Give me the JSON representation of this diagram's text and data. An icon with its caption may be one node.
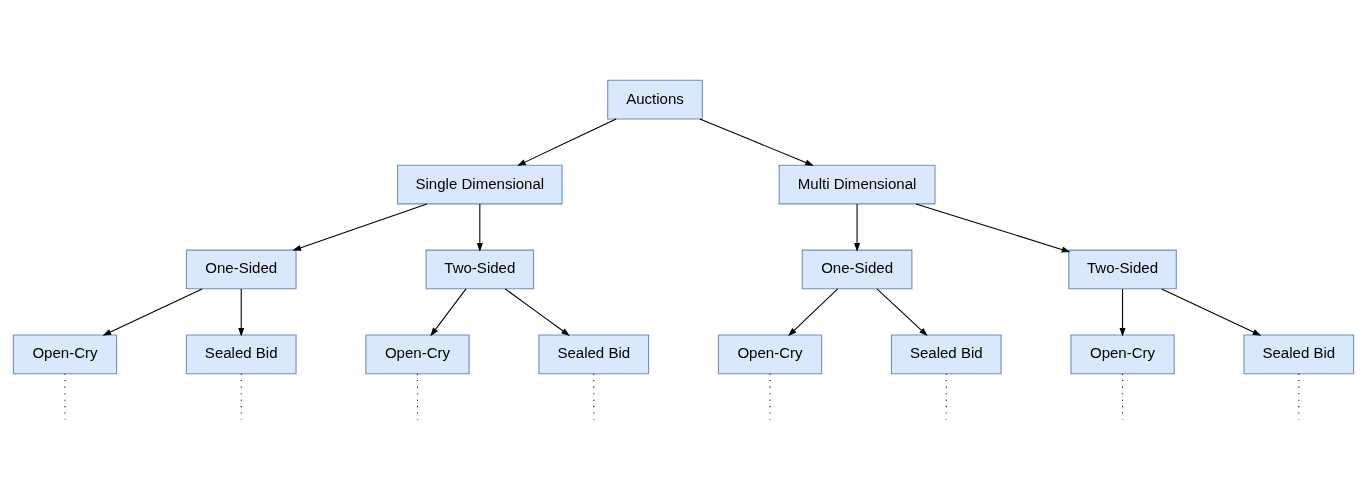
{
  "diagram": {
    "nodes": [
      {
        "text": [
          "Auctions"
        ]
      },
      {
        "text": [
          "Single Dimensional"
        ]
      },
      {
        "text": [
          "Multi Dimensional"
        ]
      },
      {
        "text": [
          "One-Sided"
        ]
      },
      {
        "text": [
          "Two-Sided"
        ]
      },
      {
        "text": [
          "One-Sided"
        ]
      },
      {
        "text": [
          "Two-Sided"
        ]
      },
      {
        "text": [
          "Open-Cry"
        ]
      },
      {
        "text": [
          "Sealed Bid"
        ]
      },
      {
        "text": [
          "Open-Cry"
        ]
      },
      {
        "text": [
          "Sealed Bid"
        ]
      },
      {
        "text": [
          "Open-Cry"
        ]
      },
      {
        "text": [
          "Sealed Bid"
        ]
      },
      {
        "text": [
          "Open-Cry"
        ]
      },
      {
        "text": [
          "Sealed Bid"
        ]
      }
    ],
    "edges": [
      {
        "from": 0,
        "to": 1,
        "arrow": "to"
      },
      {
        "from": 0,
        "to": 2,
        "arrow": "to"
      },
      {
        "from": 1,
        "to": 3,
        "arrow": "to"
      },
      {
        "from": 1,
        "to": 4,
        "arrow": "to"
      },
      {
        "from": 2,
        "to": 5,
        "arrow": "to"
      },
      {
        "from": 2,
        "to": 6,
        "arrow": "to"
      },
      {
        "from": 3,
        "to": 7,
        "arrow": "to"
      },
      {
        "from": 3,
        "to": 8,
        "arrow": "to"
      },
      {
        "from": 4,
        "to": 9,
        "arrow": "to"
      },
      {
        "from": 4,
        "to": 10,
        "arrow": "to"
      },
      {
        "from": 5,
        "to": 11,
        "arrow": "to"
      },
      {
        "from": 5,
        "to": 12,
        "arrow": "to"
      },
      {
        "from": 6,
        "to": 13,
        "arrow": "to"
      },
      {
        "from": 6,
        "to": 14,
        "arrow": "to"
      },
      {
        "from": 7,
        "to": null,
        "arrow": "none",
        "style": "dashed"
      },
      {
        "from": 8,
        "to": null,
        "arrow": "none",
        "style": "dashed"
      },
      {
        "from": 9,
        "to": null,
        "arrow": "none",
        "style": "dashed"
      },
      {
        "from": 10,
        "to": null,
        "arrow": "none",
        "style": "dashed"
      },
      {
        "from": 11,
        "to": null,
        "arrow": "none",
        "style": "dashed"
      },
      {
        "from": 12,
        "to": null,
        "arrow": "none",
        "style": "dashed"
      },
      {
        "from": 13,
        "to": null,
        "arrow": "none",
        "style": "dashed"
      },
      {
        "from": 14,
        "to": null,
        "arrow": "none",
        "style": "dashed"
      }
    ]
  }
}
